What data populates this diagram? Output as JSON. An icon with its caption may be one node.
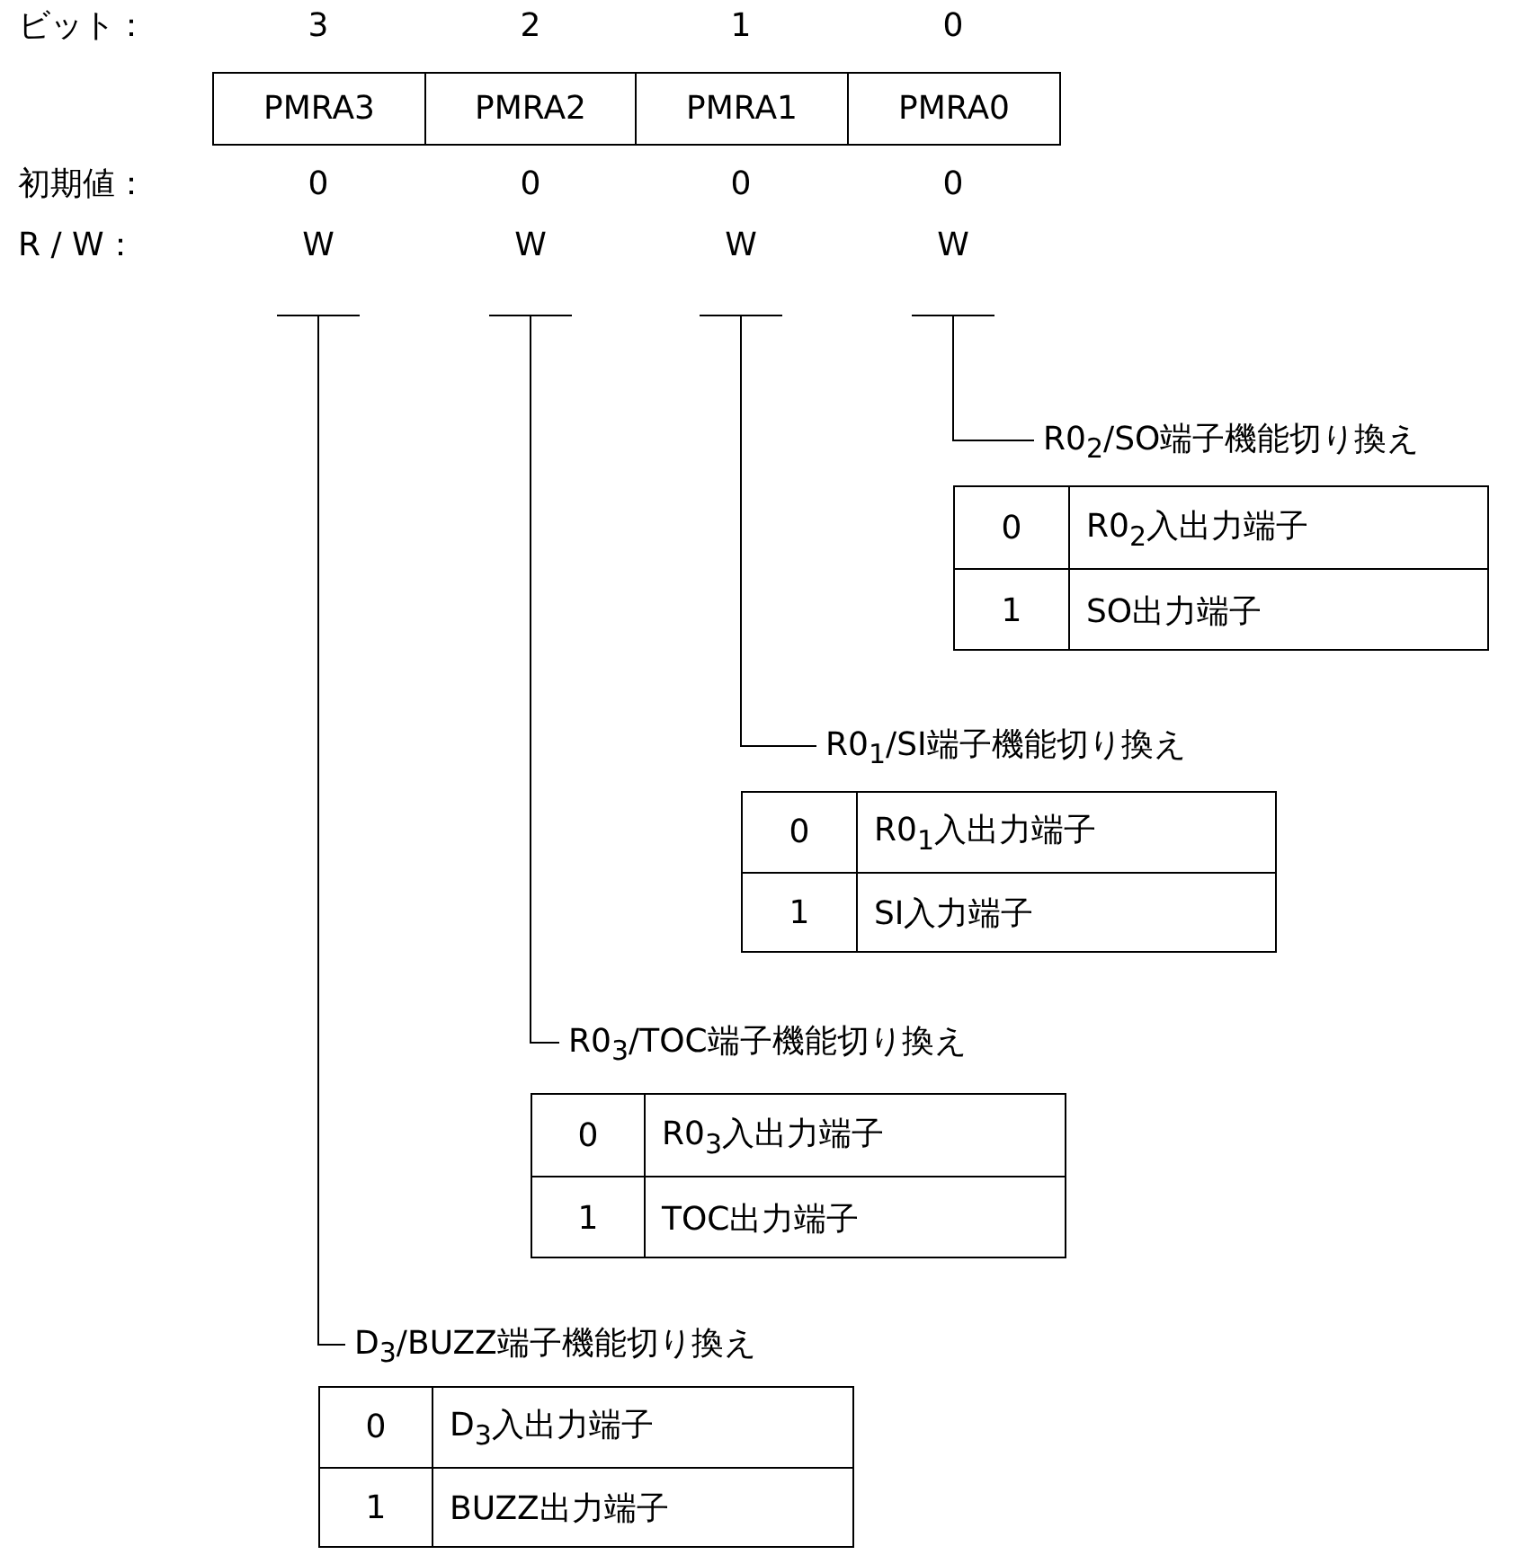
{
  "diagram": {
    "nodes": [
      {
        "text": [
          "PMRA3"
        ]
      },
      {
        "text": [
          "PMRA2"
        ]
      },
      {
        "text": [
          "PMRA1"
        ]
      },
      {
        "text": [
          "PMRA0"
        ]
      },
      {
        "text": [],
        "shape": "bar"
      },
      {
        "text": [],
        "shape": "bar"
      },
      {
        "text": [],
        "shape": "bar"
      },
      {
        "text": [],
        "shape": "bar"
      },
      {
        "text": [
          "R0$_{2}$/SO端子機能切り換え"
        ]
      },
      {
        "text": [
          "0",
          "R0$_{2}$入出力端子",
          "1",
          "SO出力端子"
        ]
      },
      {
        "text": [
          "R0$_{1}$/SI端子機能切り換え"
        ]
      },
      {
        "text": [
          "0",
          "R0$_{1}$入出力端子",
          "1",
          "SI入力端子"
        ]
      },
      {
        "text": [
          "R0$_{3}$/TOC端子機能切り換え"
        ]
      },
      {
        "text": [
          "0",
          "R0$_{3}$入出力端子",
          "1",
          "TOC出力端子"
        ]
      },
      {
        "text": [
          "D$_{3}$/BUZZ端子機能切り換え"
        ]
      },
      {
        "text": [
          "0",
          "D$_{3}$入出力端子",
          "1",
          "BUZZ出力端子"
        ]
      }
    ],
    "edges": [
      {
        "from": 7,
        "to": 8,
        "arrow": "none"
      },
      {
        "from": 6,
        "to": 10,
        "arrow": "none"
      },
      {
        "from": 5,
        "to": 12,
        "arrow": "none"
      },
      {
        "from": 4,
        "to": 14,
        "arrow": "none"
      }
    ],
    "labels": [
      "ビット：",
      "3",
      "2",
      "1",
      "0",
      "初期値：",
      "0",
      "0",
      "0",
      "0",
      "R / W：",
      "W",
      "W",
      "W",
      "W"
    ]
  }
}
